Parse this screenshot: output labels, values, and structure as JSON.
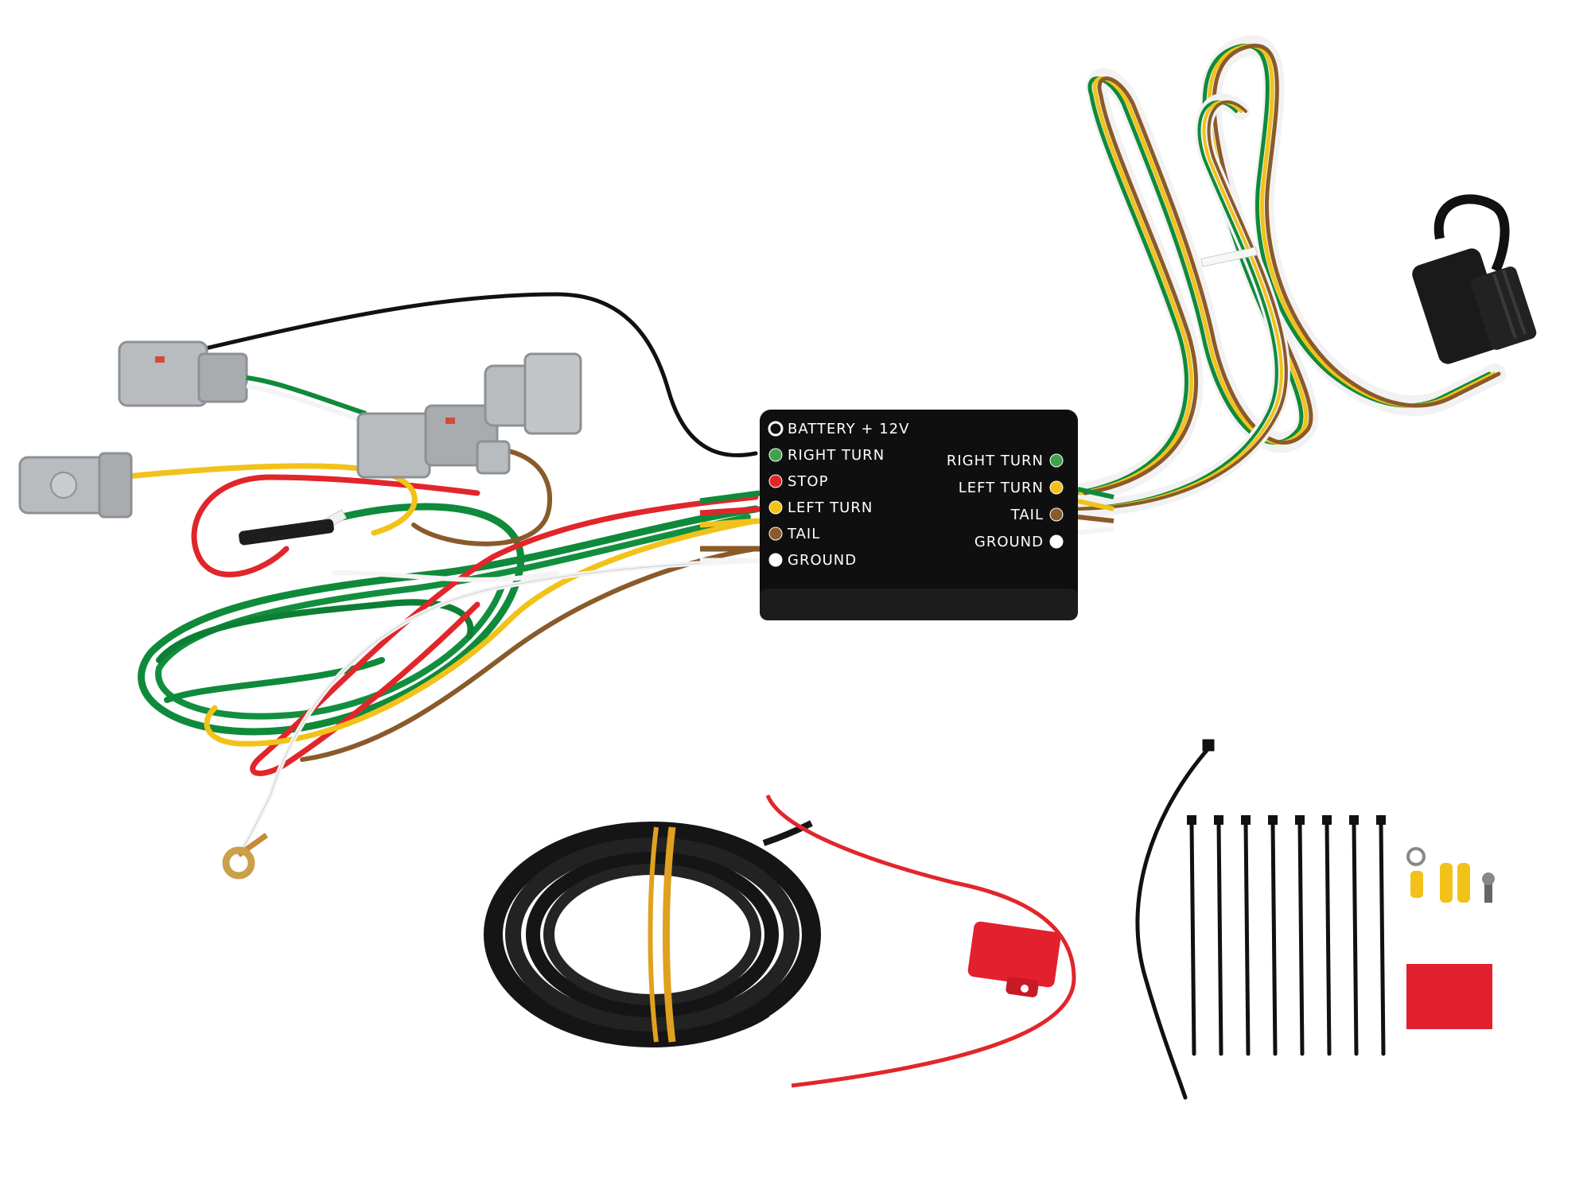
{
  "colors": {
    "wire_green": "#0f8a3a",
    "wire_red": "#e1262b",
    "wire_yellow": "#f2c21a",
    "wire_brown": "#8a5a2b",
    "wire_white": "#f4f4f4",
    "wire_black": "#111111",
    "connector_gray": "#b9bcbf",
    "module_body": "#111111",
    "fuse_red": "#e3202d"
  },
  "module": {
    "inputs": [
      {
        "label": "BATTERY + 12V",
        "dot": "#ffffff",
        "hollow": true
      },
      {
        "label": "RIGHT TURN",
        "dot": "#3fa34d"
      },
      {
        "label": "STOP",
        "dot": "#e1262b"
      },
      {
        "label": "LEFT TURN",
        "dot": "#f2c21a"
      },
      {
        "label": "TAIL",
        "dot": "#8a5a2b"
      },
      {
        "label": "GROUND",
        "dot": "#ffffff"
      }
    ],
    "outputs": [
      {
        "label": "RIGHT TURN",
        "dot": "#3fa34d"
      },
      {
        "label": "LEFT TURN",
        "dot": "#f2c21a"
      },
      {
        "label": "TAIL",
        "dot": "#8a5a2b"
      },
      {
        "label": "GROUND",
        "dot": "#ffffff"
      }
    ]
  }
}
